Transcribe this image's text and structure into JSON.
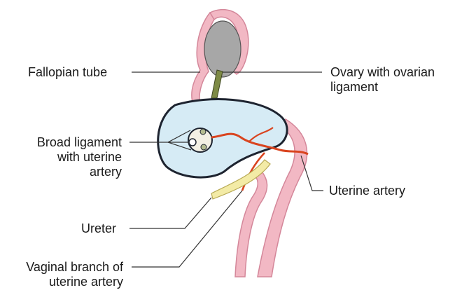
{
  "labels": {
    "fallopian_tube": "Fallopian tube",
    "ovary": [
      "Ovary with ovarian",
      "ligament"
    ],
    "broad_ligament": [
      "Broad ligament",
      "with uterine",
      "artery"
    ],
    "uterine_artery": "Uterine artery",
    "ureter": "Ureter",
    "vaginal_branch": [
      "Vaginal branch of",
      "uterine artery"
    ]
  },
  "colors": {
    "tube_pink": "#f2b8c4",
    "tube_outline": "#d4879a",
    "ligament_blue": "#d6ebf5",
    "ligament_outline": "#1e2430",
    "ovary_grey": "#a7a7a7",
    "artery_red": "#d9441f",
    "ureter_yellow": "#f3eba6",
    "ovarian_ligament_green": "#7d8a45",
    "leader_line": "#333333"
  }
}
